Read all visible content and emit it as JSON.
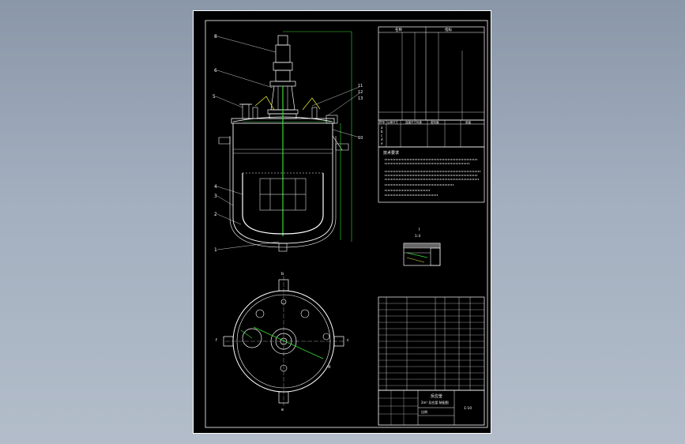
{
  "title_block": {
    "title_line1": "反应釜",
    "title_line2": "2m³ 反应釜 装配图",
    "scale_label": "比例",
    "sheet_no": "1:10"
  },
  "section_label": "I",
  "section_scale": "1:4",
  "tech_req_heading": "技术要求",
  "table_top_headers": [
    "名称",
    "指标"
  ],
  "nozzle_table_headers": [
    "符号",
    "公称尺寸",
    "连接尺寸标准",
    "密封面",
    "用途"
  ],
  "nozzle_symbols": [
    "a",
    "b",
    "c",
    "d",
    "e",
    "f"
  ],
  "leader_numbers_left": [
    "8",
    "6",
    "5",
    "4",
    "3",
    "2",
    "1"
  ],
  "leader_numbers_right": [
    "11",
    "12",
    "13",
    "10"
  ],
  "plan_labels": [
    "b",
    "f",
    "c",
    "e",
    "d"
  ],
  "colors": {
    "drawing_white": "#ffffff",
    "drawing_green": "#33dd33",
    "drawing_yellow": "#dddd33",
    "background_blue": "#9aa7b8"
  }
}
